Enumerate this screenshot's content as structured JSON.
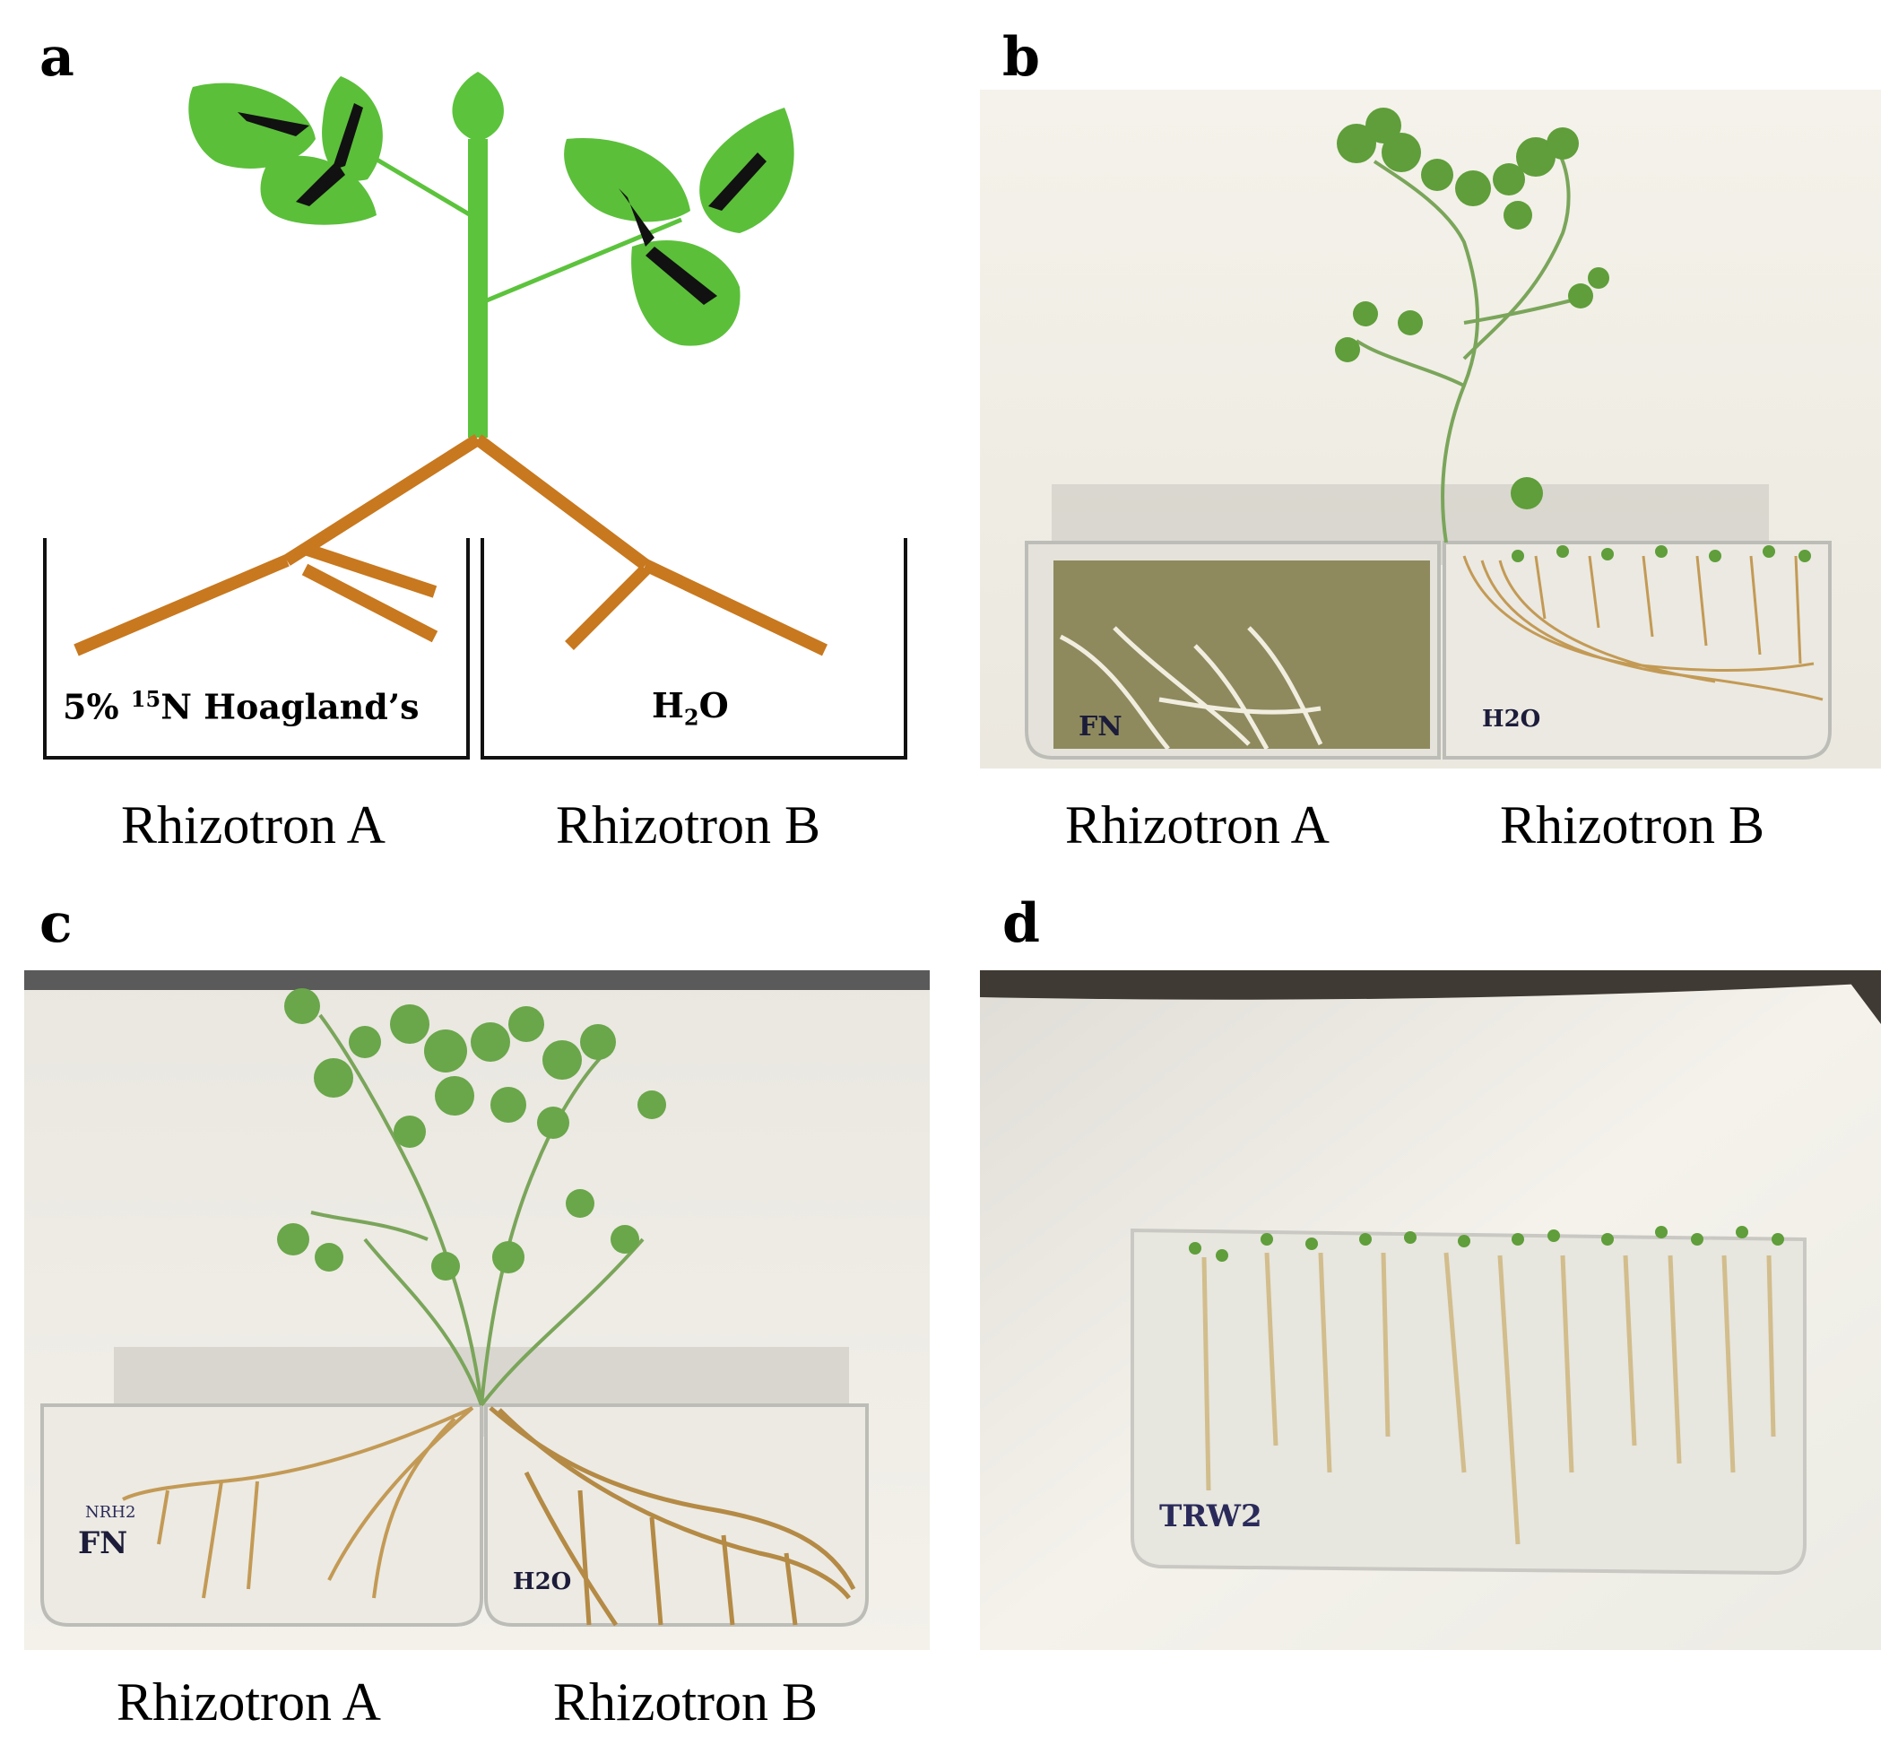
{
  "panels": {
    "a": {
      "letter": "a",
      "box_a_label_prefix": "5% ",
      "box_a_label_sup": "15",
      "box_a_label_rest": "N Hoagland’s",
      "box_b_label_main": "H",
      "box_b_label_sub": "2",
      "box_b_label_end": "O",
      "caption_left": "Rhizotron A",
      "caption_right": "Rhizotron B"
    },
    "b": {
      "letter": "b",
      "tag_left": "FN",
      "tag_right": "H2O",
      "caption_left": "Rhizotron A",
      "caption_right": "Rhizotron B"
    },
    "c": {
      "letter": "c",
      "tag_left_small": "NRH2",
      "tag_left": "FN",
      "tag_right": "H2O",
      "caption_left": "Rhizotron A",
      "caption_right": "Rhizotron B"
    },
    "d": {
      "letter": "d",
      "tag": "TRW2"
    }
  },
  "colors": {
    "leaf_green": "#5bbf3a",
    "stem_green": "#5cc33c",
    "root_brown": "#c8781e",
    "background_photo": "#f1efe8"
  }
}
